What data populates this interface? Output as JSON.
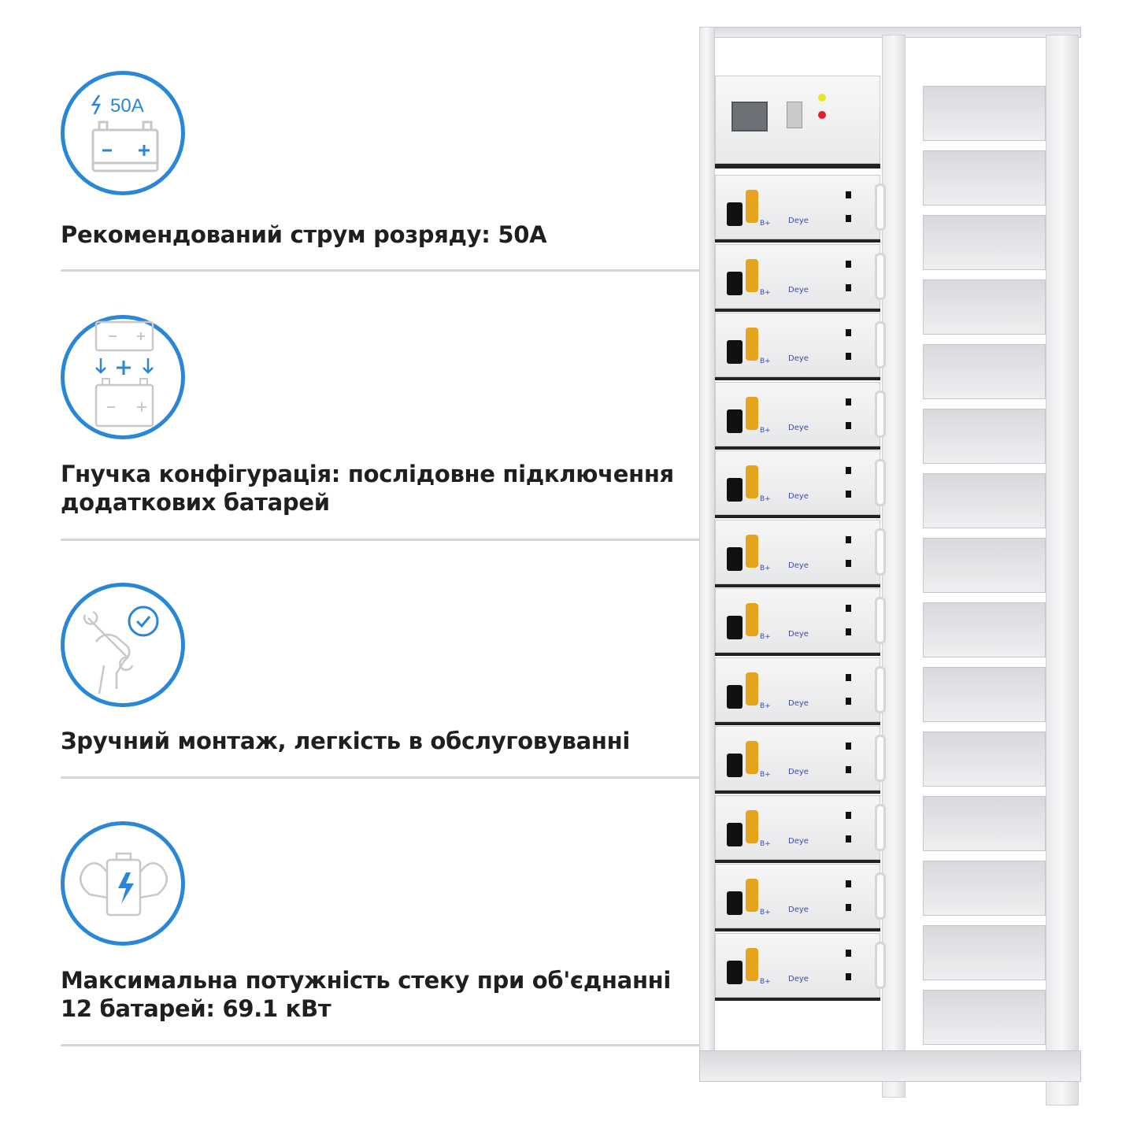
{
  "features": [
    {
      "icon": "battery-50a-icon",
      "icon_label": "50A",
      "text_lines": [
        "Рекомендований струм розряду: 50А"
      ]
    },
    {
      "icon": "battery-series-connection-icon",
      "text_lines": [
        "Гнучка конфігурація: послідовне підключення",
        "додаткових батарей"
      ]
    },
    {
      "icon": "hand-wrench-check-icon",
      "text_lines": [
        "Зручний монтаж, легкість в обслуговуванні"
      ]
    },
    {
      "icon": "battery-strong-arms-icon",
      "text_lines": [
        "Максимальна потужність стеку при об'єднанні",
        "12 батарей: 69.1 кВт"
      ]
    }
  ],
  "product": {
    "brand": "Deye",
    "module_count": 12,
    "terminal_label": "B+",
    "colors": {
      "accent": "#2a86d6",
      "cable": "#e6a41c"
    }
  }
}
